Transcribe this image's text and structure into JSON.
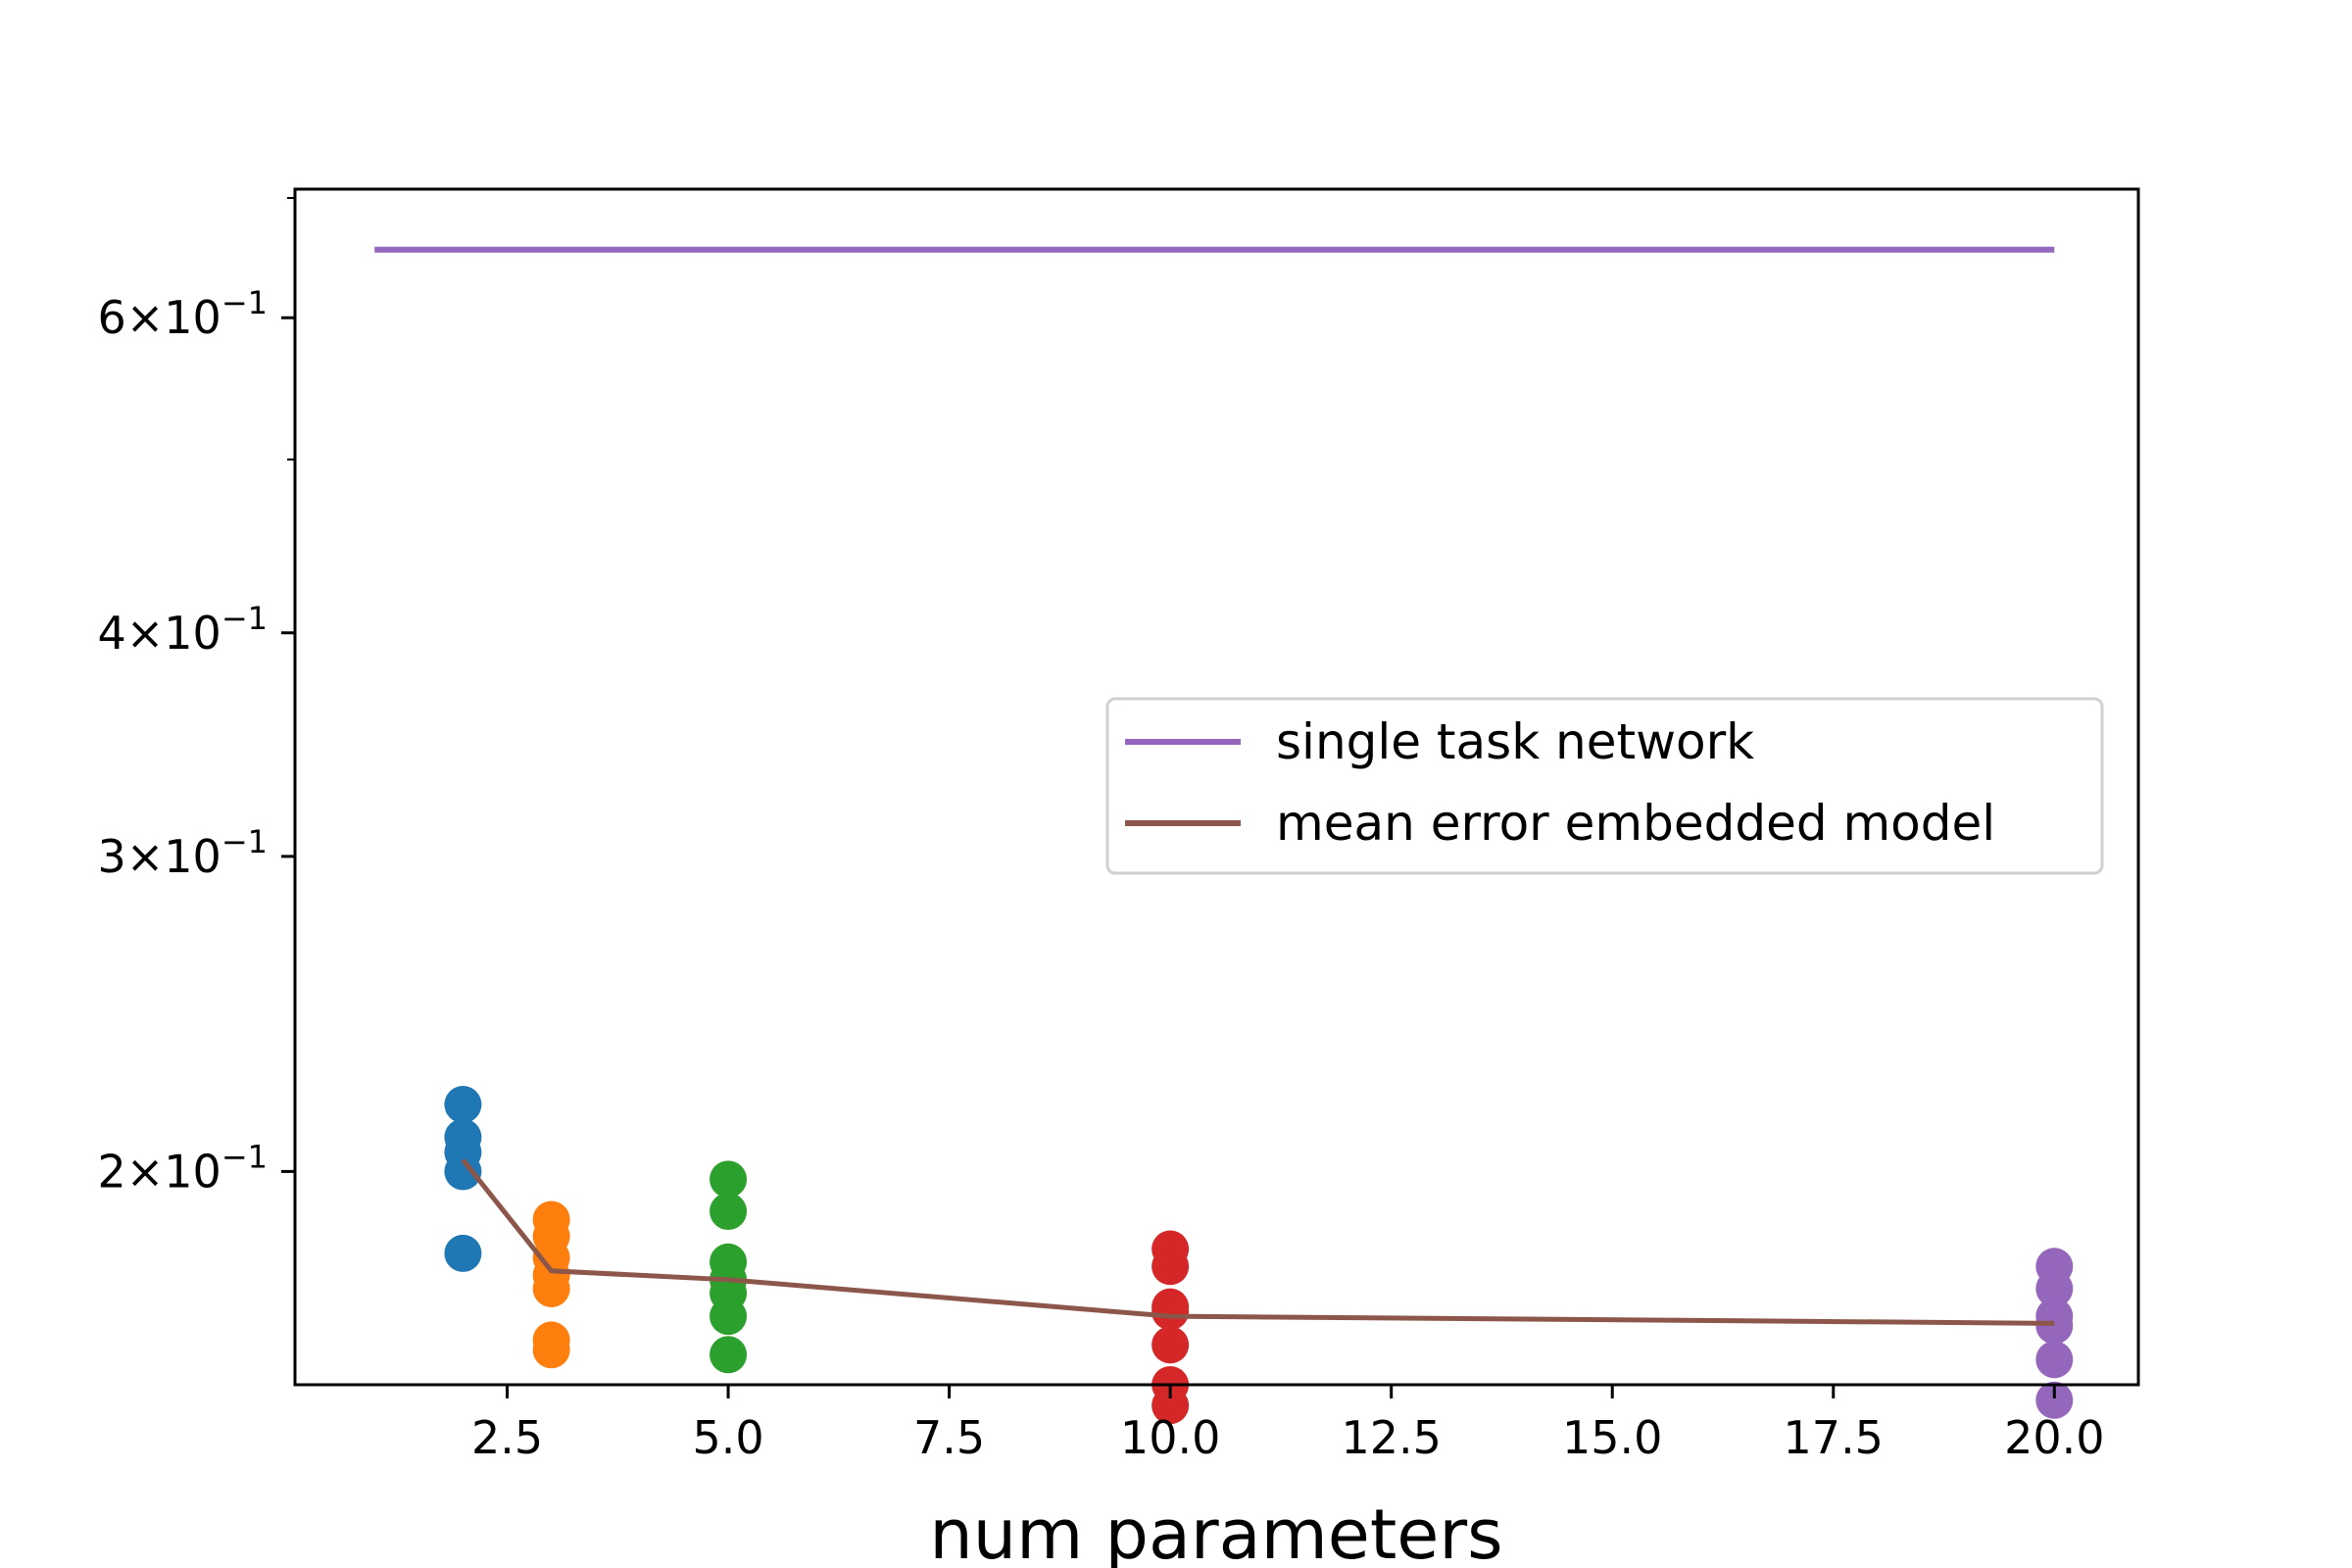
{
  "chart_data": {
    "type": "scatter",
    "xlabel": "num parameters",
    "ylabel": "",
    "yscale": "log",
    "xlim": [
      0.1,
      20.95
    ],
    "ylim": [
      0.152,
      0.708
    ],
    "grid": false,
    "legend_position": "center-right",
    "x_ticks": [
      {
        "value": 2.5,
        "label": "2.5"
      },
      {
        "value": 5.0,
        "label": "5.0"
      },
      {
        "value": 7.5,
        "label": "7.5"
      },
      {
        "value": 10.0,
        "label": "10.0"
      },
      {
        "value": 12.5,
        "label": "12.5"
      },
      {
        "value": 15.0,
        "label": "15.0"
      },
      {
        "value": 17.5,
        "label": "17.5"
      },
      {
        "value": 20.0,
        "label": "20.0"
      }
    ],
    "y_ticks": [
      {
        "value": 0.2,
        "base": "2",
        "exp": "−1"
      },
      {
        "value": 0.3,
        "base": "3",
        "exp": "−1"
      },
      {
        "value": 0.4,
        "base": "4",
        "exp": "−1"
      },
      {
        "value": 0.6,
        "base": "6",
        "exp": "−1"
      }
    ],
    "y_minor_ticks": [
      0.5,
      0.7
    ],
    "times_symbol": "×10",
    "scatter_groups": [
      {
        "x": 2,
        "color": "#1f77b4",
        "y": [
          0.218,
          0.209,
          0.205,
          0.2,
          0.18
        ]
      },
      {
        "x": 3,
        "color": "#ff7f0e",
        "y": [
          0.188,
          0.184,
          0.179,
          0.175,
          0.172,
          0.161,
          0.159
        ]
      },
      {
        "x": 5,
        "color": "#2ca02c",
        "y": [
          0.198,
          0.19,
          0.178,
          0.174,
          0.171,
          0.166,
          0.158
        ]
      },
      {
        "x": 10,
        "color": "#d62728",
        "y": [
          0.181,
          0.177,
          0.168,
          0.167,
          0.16,
          0.152,
          0.148
        ]
      },
      {
        "x": 20,
        "color": "#9467bd",
        "y": [
          0.177,
          0.172,
          0.166,
          0.164,
          0.157,
          0.149
        ]
      }
    ],
    "series": [
      {
        "name": "single task network",
        "color": "#9467bd",
        "x": [
          1,
          20
        ],
        "y": [
          0.655,
          0.655
        ]
      },
      {
        "name": "mean error embedded model",
        "color": "#8c564b",
        "x": [
          2,
          3,
          5,
          10,
          20
        ],
        "y": [
          0.203,
          0.176,
          0.174,
          0.166,
          0.1645
        ]
      }
    ]
  }
}
